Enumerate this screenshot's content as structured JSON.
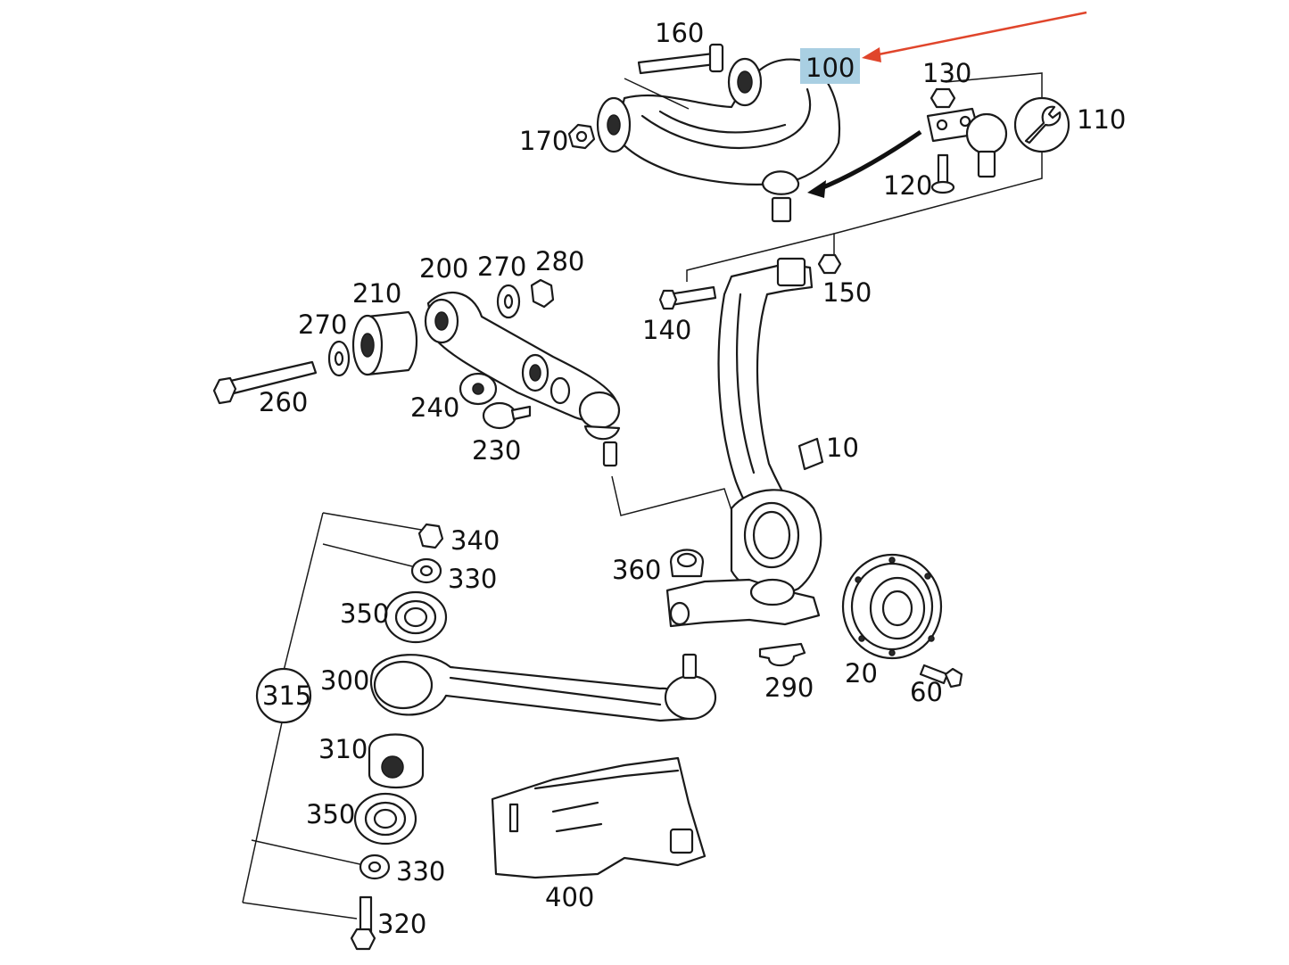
{
  "highlight_color": "#a9cfe2",
  "arrow_color": "#e0452b",
  "labels": {
    "p10": "10",
    "p20": "20",
    "p60": "60",
    "p100": "100",
    "p110": "110",
    "p120": "120",
    "p130": "130",
    "p140": "140",
    "p150": "150",
    "p160": "160",
    "p170": "170",
    "p200": "200",
    "p210": "210",
    "p230": "230",
    "p240": "240",
    "p260": "260",
    "p270a": "270",
    "p270b": "270",
    "p280": "280",
    "p290": "290",
    "p300": "300",
    "p310": "310",
    "p315": "315",
    "p320": "320",
    "p330a": "330",
    "p330b": "330",
    "p340": "340",
    "p350a": "350",
    "p350b": "350",
    "p360": "360",
    "p400": "400"
  },
  "icons": {
    "tool": "wrench-icon"
  }
}
